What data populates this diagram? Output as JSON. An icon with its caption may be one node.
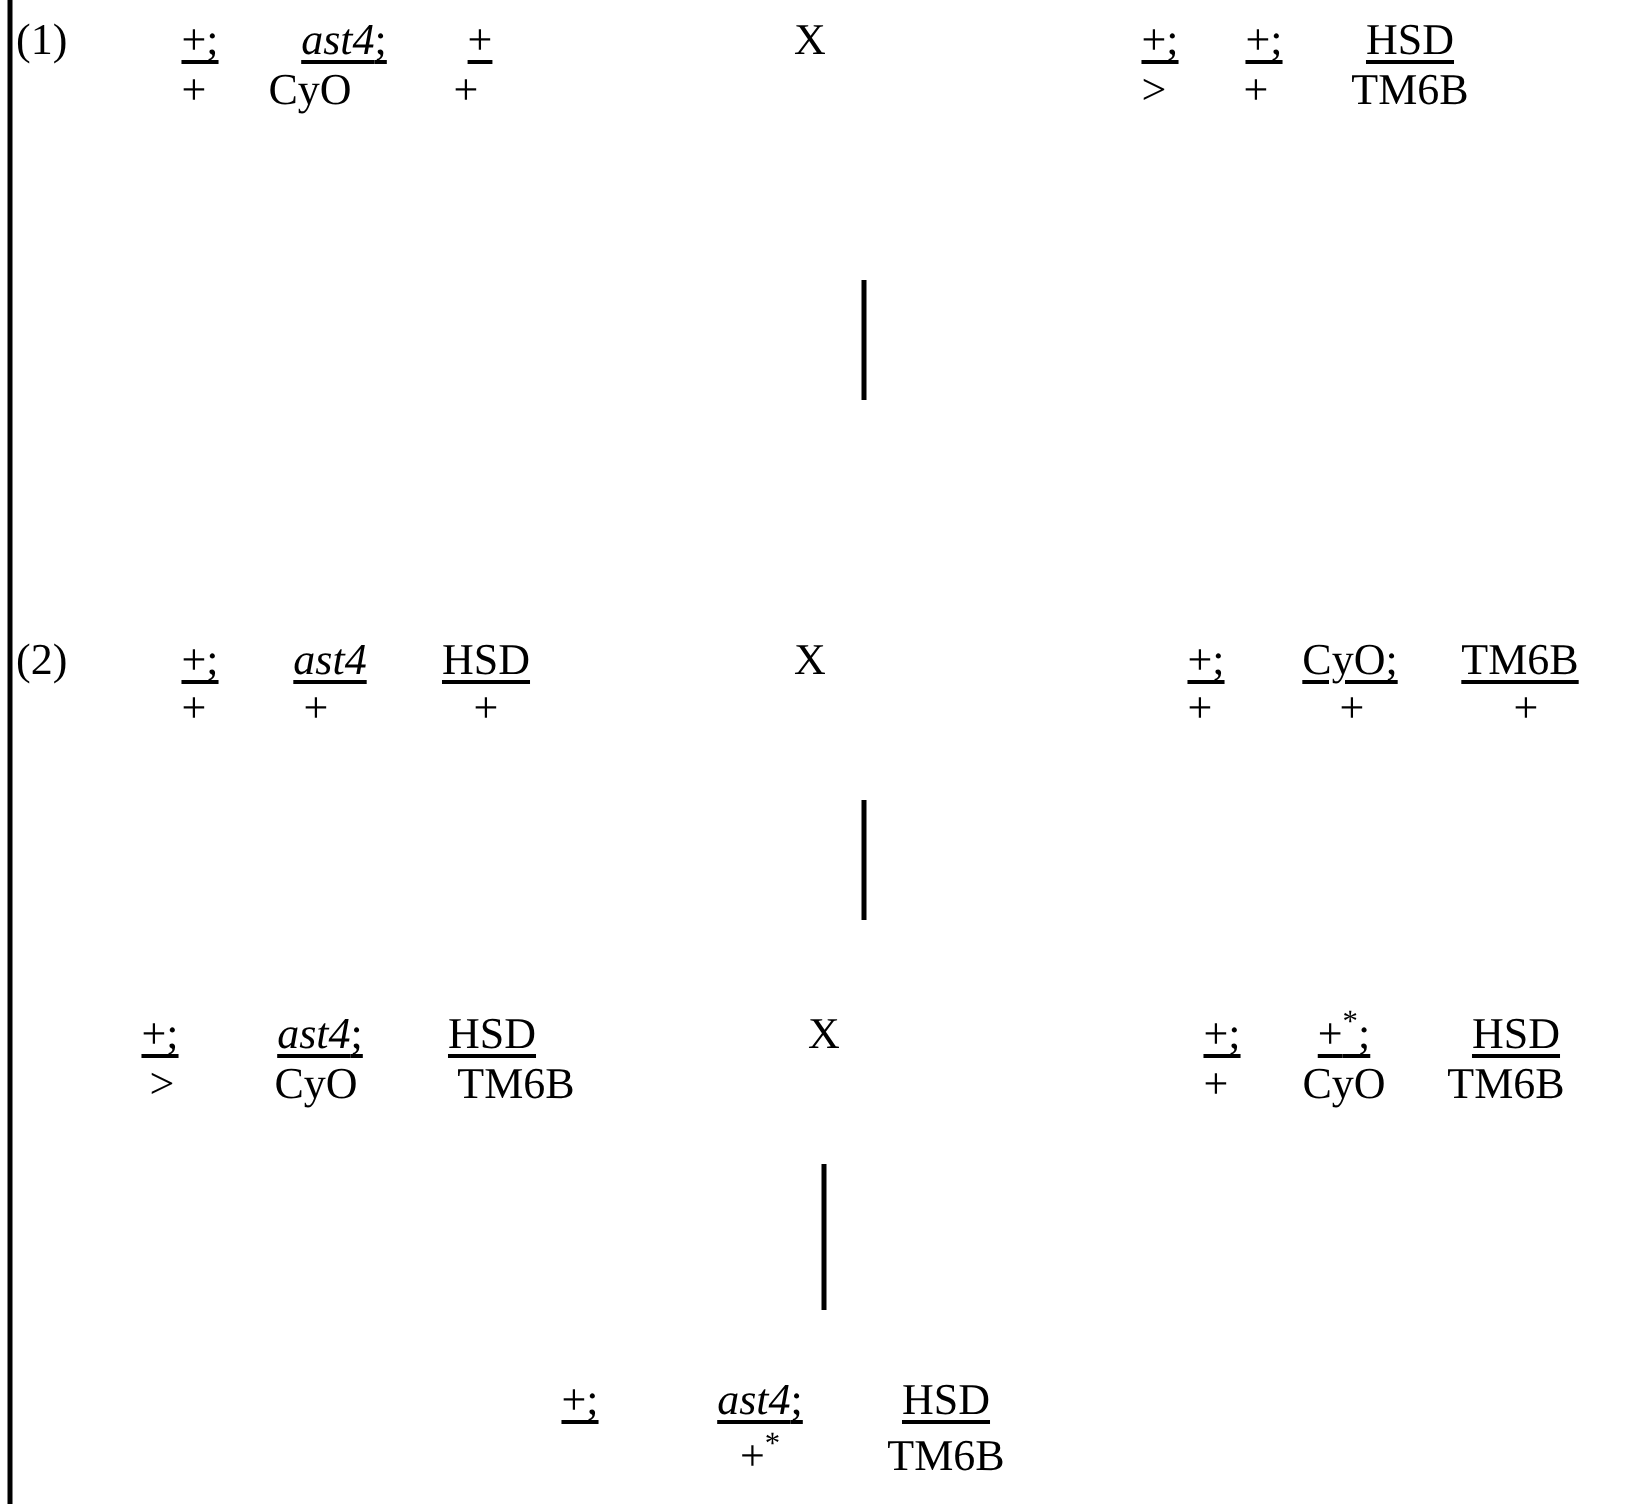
{
  "diagram": {
    "nodes": [
      {
        "text": [
          "X"
        ]
      },
      {
        "text": [
          "X"
        ]
      },
      {
        "text": [
          "X"
        ]
      },
      {
        "text": [
          "+; *ast4*; HSD",
          "+$^{*}$ TM6B"
        ]
      }
    ],
    "edges": [
      {
        "from": 0,
        "to": 1,
        "arrow": "none"
      },
      {
        "from": 1,
        "to": 2,
        "arrow": "none"
      },
      {
        "from": 2,
        "to": 3,
        "arrow": "none"
      }
    ],
    "labels": [
      "(1)",
      "+; *ast4*; +",
      "+ CyO +",
      "+; +; HSD",
      "> + TM6B",
      "(2)",
      "+; *ast4* HSD",
      "+ + +",
      "+; CyO; TM6B",
      "+ + +",
      "+; *ast4*; HSD",
      "> CyO TM6B",
      "+; +$^{*}$; HSD",
      "+ CyO TM6B"
    ]
  }
}
